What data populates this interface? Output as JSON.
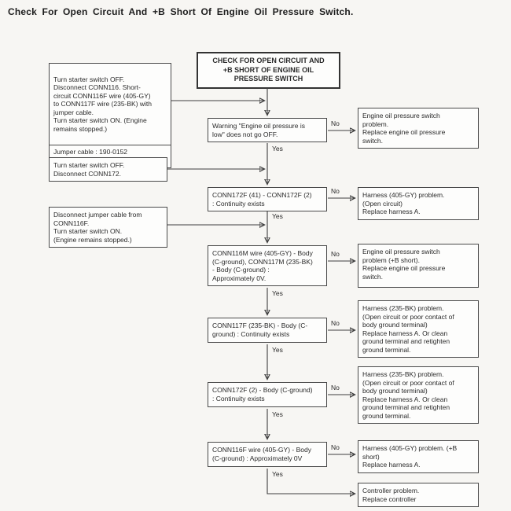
{
  "page_title": "Check For Open Circuit And +B Short Of Engine Oil Pressure Switch.",
  "labels": {
    "yes": "Yes",
    "no": "No"
  },
  "start_box": {
    "text": "CHECK FOR OPEN CIRCUIT AND\n+B SHORT OF ENGINE OIL\nPRESSURE SWITCH"
  },
  "left_boxes": [
    {
      "text": "Turn starter switch OFF.\nDisconnect CONN116. Short-\ncircuit CONN116F wire (405-GY)\nto CONN117F wire (235-BK) with\njumper cable.\nTurn starter switch ON. (Engine\nremains stopped.)",
      "note": "Jumper cable : 190-0152"
    },
    {
      "text": "Turn starter switch OFF.\nDisconnect CONN172."
    },
    {
      "text": "Disconnect jumper cable from\nCONN116F.\nTurn starter switch ON.\n(Engine remains stopped.)"
    }
  ],
  "decisions": [
    {
      "text": "Warning \"Engine oil pressure is\nlow\" does not go OFF."
    },
    {
      "text": "CONN172F (41) - CONN172F (2)\n: Continuity exists"
    },
    {
      "text": "CONN116M wire (405-GY) - Body\n(C-ground), CONN117M (235-BK)\n- Body (C-ground) :\nApproximately 0V."
    },
    {
      "text": "CONN117F (235-BK) - Body (C-\nground) : Continuity exists"
    },
    {
      "text": "CONN172F (2) - Body (C-ground)\n: Continuity exists"
    },
    {
      "text": "CONN116F wire (405-GY) - Body\n(C-ground) : Approximately 0V"
    }
  ],
  "results": [
    {
      "text": "Engine oil pressure switch\nproblem.\nReplace engine oil pressure\nswitch."
    },
    {
      "text": "Harness (405-GY) problem.\n(Open circuit)\nReplace harness A."
    },
    {
      "text": "Engine oil pressure switch\nproblem (+B short).\nReplace engine oil pressure\nswitch."
    },
    {
      "text": "Harness (235-BK) problem.\n(Open circuit or poor contact of\nbody ground terminal)\nReplace harness A. Or clean\nground terminal and retighten\nground terminal."
    },
    {
      "text": "Harness (235-BK) problem.\n(Open circuit or poor contact of\nbody ground terminal)\nReplace harness A. Or clean\nground terminal and retighten\nground terminal."
    },
    {
      "text": "Harness (405-GY) problem. (+B\nshort)\nReplace harness A."
    }
  ],
  "final_box": {
    "text": "Controller problem.\nReplace controller"
  }
}
